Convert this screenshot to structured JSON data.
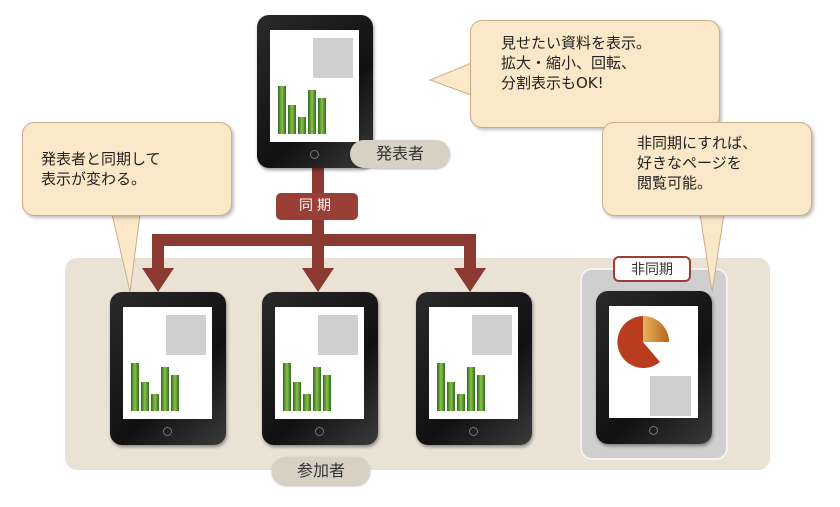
{
  "labels": {
    "presenter": "発表者",
    "participants": "参加者",
    "sync": "同期",
    "async": "非同期"
  },
  "bubbles": {
    "presenter": [
      "見せたい資料を表示。",
      "拡大・縮小、回転、",
      "分割表示もOK!"
    ],
    "participants": [
      "発表者と同期して",
      "表示が変わる。"
    ],
    "async": [
      "非同期にすれば、",
      "好きなページを",
      "閲覧可能。"
    ]
  },
  "colors": {
    "arrow": "#8b3a32",
    "panel": "#e9e2d5",
    "bubble": "#fbe8c8"
  }
}
